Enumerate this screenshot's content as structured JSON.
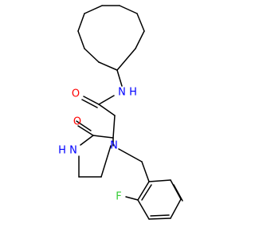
{
  "atoms": {
    "amide_n": {
      "text": "N",
      "color": "#0000ff"
    },
    "amide_h": {
      "text": "H",
      "color": "#0000ff"
    },
    "carbonyl_o": {
      "text": "O",
      "color": "#ff0000"
    },
    "ring_o": {
      "text": "O",
      "color": "#ff0000"
    },
    "ring_nh_h": {
      "text": "H",
      "color": "#0000ff"
    },
    "ring_nh_n": {
      "text": "N",
      "color": "#0000ff"
    },
    "ring_n": {
      "text": "N",
      "color": "#0000ff"
    },
    "fluorine": {
      "text": "F",
      "color": "#33cc33"
    }
  }
}
